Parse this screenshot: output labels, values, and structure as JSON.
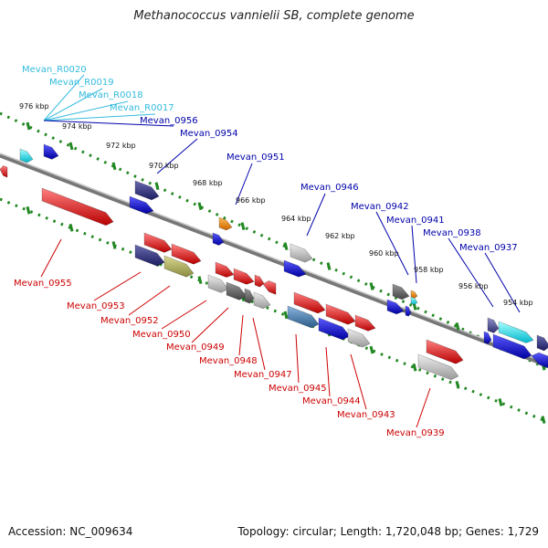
{
  "title": "Methanococcus vannielii SB, complete genome",
  "footer": {
    "accession": "Accession: NC_009634",
    "topology": "Topology: circular; Length: 1,720,048 bp; Genes: 1,729"
  },
  "colors": {
    "rna_label": "#33bbdd",
    "top_label": "#0000aa",
    "bottom_label": "#cc0000",
    "backbone": "#777777",
    "ruler": "#228822"
  },
  "ticks": [
    "976 kbp",
    "974 kbp",
    "972 kbp",
    "970 kbp",
    "968 kbp",
    "966 kbp",
    "964 kbp",
    "962 kbp",
    "960 kbp",
    "958 kbp",
    "956 kbp",
    "954 kbp"
  ],
  "top_labels": [
    "Mevan_R0020",
    "Mevan_R0019",
    "Mevan_R0018",
    "Mevan_R0017",
    "Mevan_0956",
    "Mevan_0954",
    "Mevan_0951",
    "Mevan_0946",
    "Mevan_0942",
    "Mevan_0941",
    "Mevan_0938",
    "Mevan_0937"
  ],
  "bottom_labels": [
    "Mevan_0955",
    "Mevan_0953",
    "Mevan_0952",
    "Mevan_0950",
    "Mevan_0949",
    "Mevan_0948",
    "Mevan_0947",
    "Mevan_0945",
    "Mevan_0944",
    "Mevan_0943",
    "Mevan_0939"
  ]
}
